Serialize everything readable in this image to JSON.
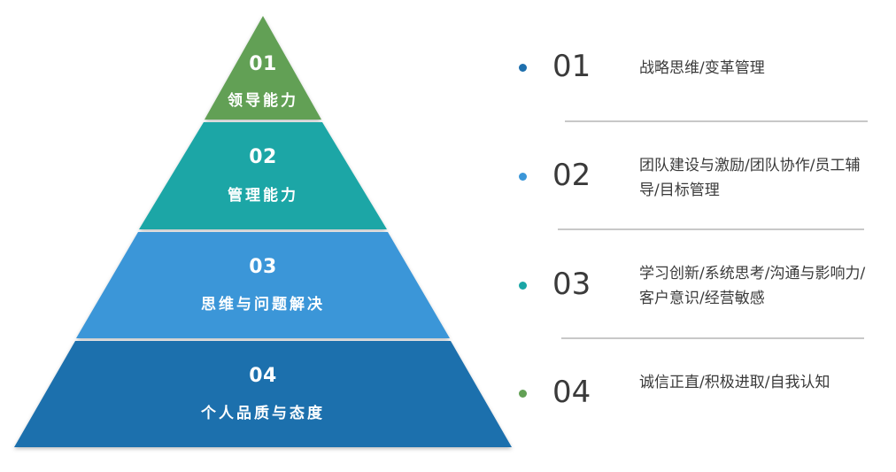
{
  "pyramid": {
    "tiers": [
      {
        "num": "01",
        "label": "领导能力",
        "color": "#62a055"
      },
      {
        "num": "02",
        "label": "管理能力",
        "color": "#1aa6a6"
      },
      {
        "num": "03",
        "label": "思维与问题解决",
        "color": "#3b96d8"
      },
      {
        "num": "04",
        "label": "个人品质与态度",
        "color": "#1e6fad"
      }
    ]
  },
  "list": {
    "items": [
      {
        "num": "01",
        "text": "战略思维/变革管理",
        "dot_color": "#1e6fad"
      },
      {
        "num": "02",
        "text": "团队建设与激励/团队协作/员工辅导/目标管理",
        "dot_color": "#3b96d8"
      },
      {
        "num": "03",
        "text": "学习创新/系统思考/沟通与影响力/客户意识/经营敏感",
        "dot_color": "#1aa6a6"
      },
      {
        "num": "04",
        "text": "诚信正直/积极进取/自我认知",
        "dot_color": "#62a055"
      }
    ]
  }
}
